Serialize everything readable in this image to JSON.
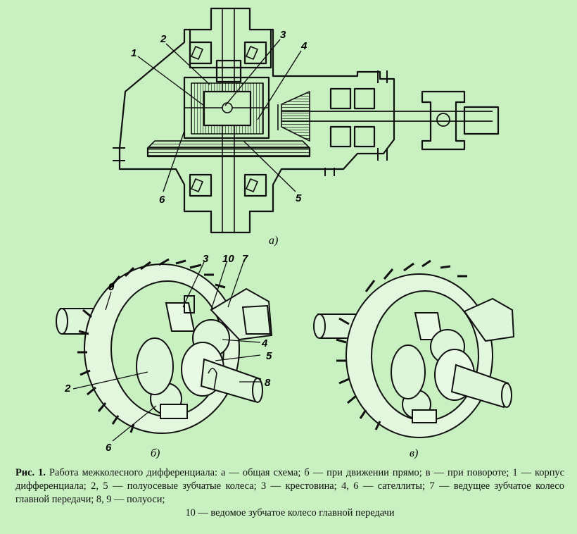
{
  "colors": {
    "background": "#c8f0c0",
    "ink": "#111111"
  },
  "labels_a": [
    "1",
    "2",
    "3",
    "4",
    "5",
    "6"
  ],
  "labels_b": [
    "3",
    "10",
    "7",
    "9",
    "4",
    "5",
    "8",
    "2",
    "6"
  ],
  "sublabels": {
    "a": "а)",
    "b": "б)",
    "v": "в)"
  },
  "caption": {
    "fig": "Рис. 1.",
    "text": "Работа межколесного дифференциала:      а — общая схема; б — при движении прямо; в — при повороте; 1 — корпус дифференциала; 2, 5 — полуосевые зубчатые колеса; 3 — крестовина; 4, 6 — сателлиты; 7 — ведущее зубчатое колесо главной передачи; 8, 9 — полуоси;",
    "line3": "10 — ведомое зубчатое колесо главной передачи"
  }
}
